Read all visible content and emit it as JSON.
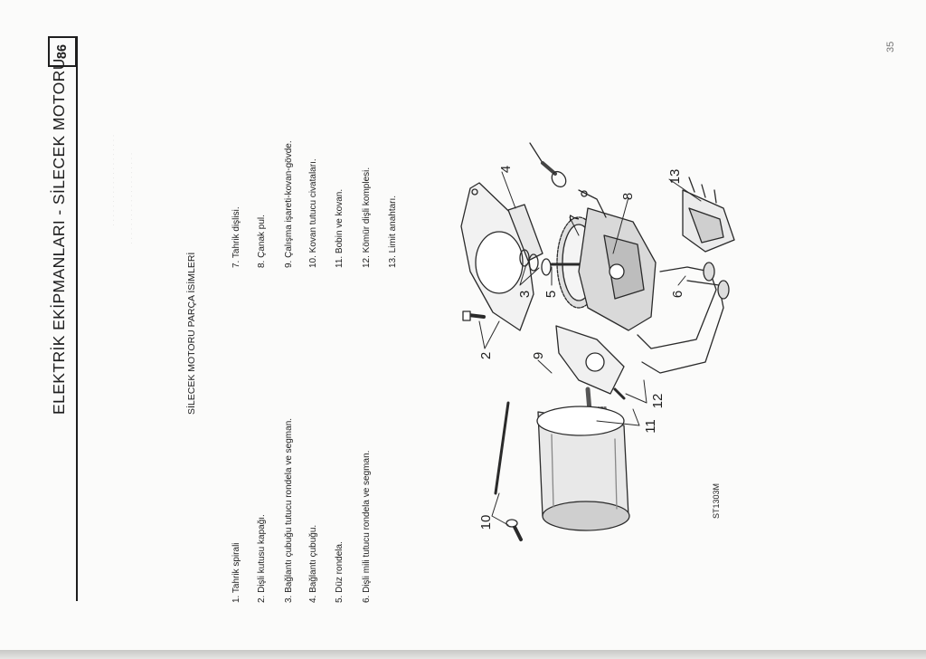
{
  "header": {
    "title": "ELEKTRİK EKİPMANLARI - SİLECEK MOTORU",
    "section_number": "86"
  },
  "folio": "35",
  "parts_heading": "SİLECEK MOTORU PARÇA İSİMLERİ",
  "parts": [
    "1. Tahrik spirali",
    "2. Dişli kutusu kapağı.",
    "3. Bağlantı çubuğu tutucu rondela ve segman.",
    "4. Bağlantı çubuğu.",
    "5. Düz rondela.",
    "6. Dişli mili tutucu rondela ve segman.",
    "7. Tahrik dişlisi.",
    "8. Çanak pul.",
    "9. Çalışma işareti-kovan-gövde.",
    "10. Kovan tutucu civataları.",
    "11. Bobin ve kovan.",
    "12. Kömür dişli komplesi.",
    "13. Limit anahtarı."
  ],
  "figure": {
    "code": "ST1303M",
    "callouts": [
      "4",
      "8",
      "7",
      "13",
      "3",
      "5",
      "6",
      "2",
      "9",
      "12",
      "11",
      "10"
    ]
  }
}
